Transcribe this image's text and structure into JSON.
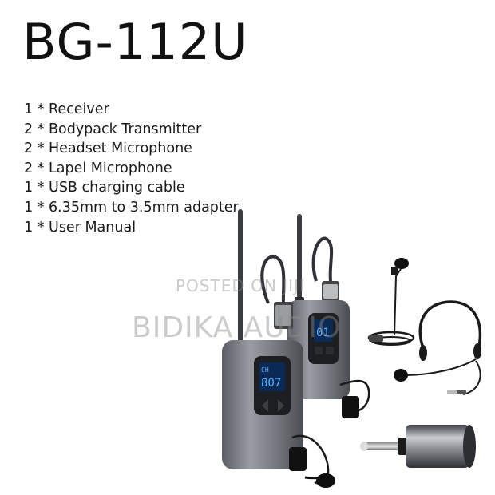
{
  "product": {
    "model": "BG-112U",
    "contents": [
      "1 * Receiver",
      "2 * Bodypack Transmitter",
      "2 * Headset Microphone",
      "2 * Lapel Microphone",
      "1 * USB charging cable",
      "1 * 6.35mm to 3.5mm adapter",
      "1 * User Manual"
    ]
  },
  "watermark": {
    "posted": "POSTED ON JIJI",
    "brand": "BIDIKA AUDIO"
  },
  "device_display": {
    "back_unit": "01",
    "front_unit": "807",
    "front_label": "CH"
  }
}
